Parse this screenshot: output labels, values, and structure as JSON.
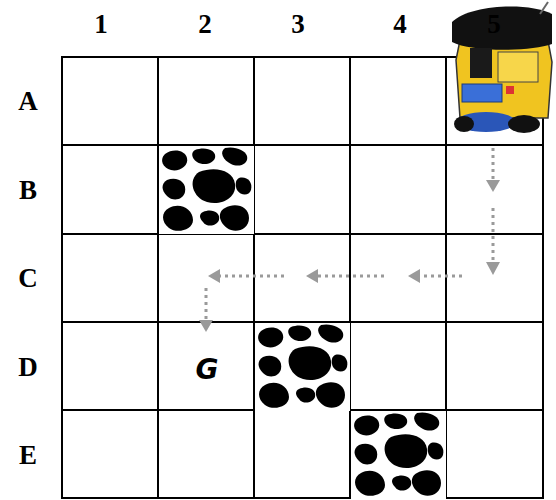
{
  "diagram": {
    "labels": [
      "1",
      "2",
      "3",
      "4",
      "5",
      "A",
      "B",
      "C",
      "D",
      "E",
      "G"
    ]
  }
}
